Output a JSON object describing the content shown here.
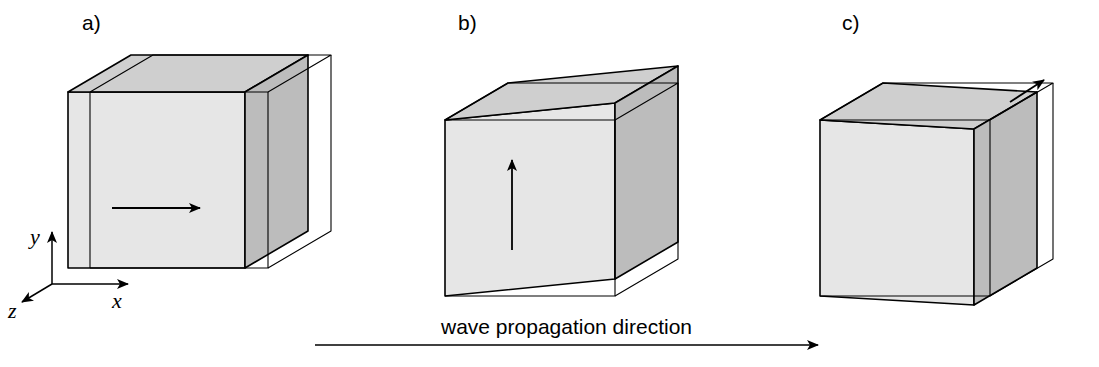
{
  "diagram": {
    "labels": [
      "a)",
      "b)",
      "c)",
      "y",
      "z",
      "x",
      "wave propagation direction"
    ]
  }
}
